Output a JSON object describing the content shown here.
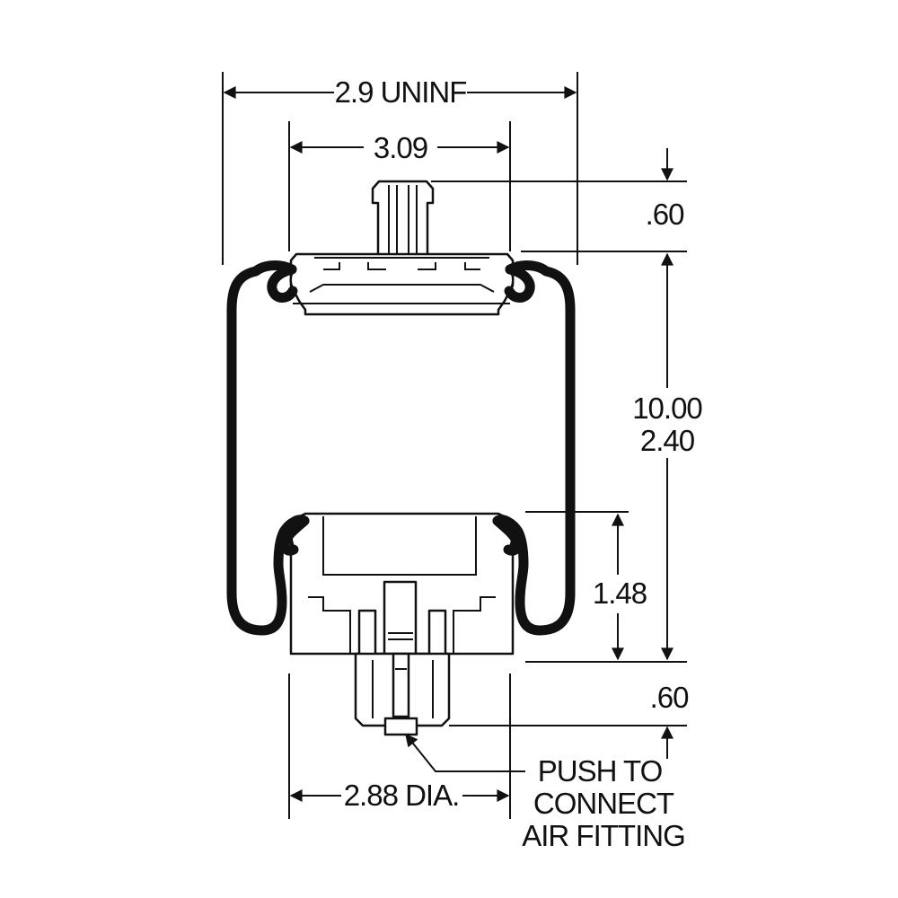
{
  "dimensions": {
    "overall_width": "2.9 UNINF",
    "top_plate_width": "3.09",
    "top_stud_height": ".60",
    "height_max": "10.00",
    "height_min": "2.40",
    "piston_height": "1.48",
    "bottom_stud_height": ".60",
    "piston_diameter": "2.88 DIA."
  },
  "note": {
    "line1": "PUSH TO",
    "line2": "CONNECT",
    "line3": "AIR FITTING"
  }
}
